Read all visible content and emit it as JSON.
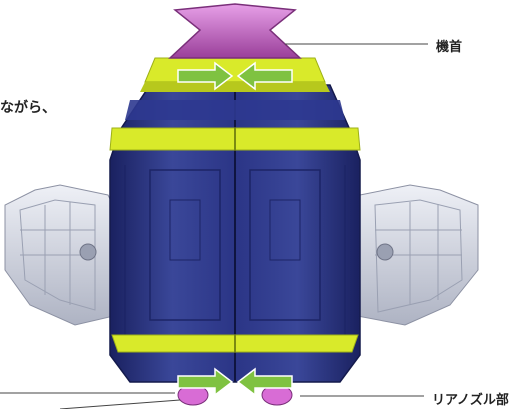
{
  "labels": {
    "nose": "機首",
    "rear_nozzle": "リアノズル部",
    "fragment_text": "ながら、"
  },
  "colors": {
    "hull_blue": "#2b3586",
    "hull_blue_light": "#4553a6",
    "hull_blue_dark": "#1a2160",
    "accent_yellow": "#d9ea2a",
    "nose_magenta": "#b455b4",
    "wing_gray": "#cfd3de",
    "arrow_green": "#7fc241",
    "leader_line": "#444444"
  },
  "icons": [
    "arrow-right-icon",
    "arrow-left-icon"
  ]
}
